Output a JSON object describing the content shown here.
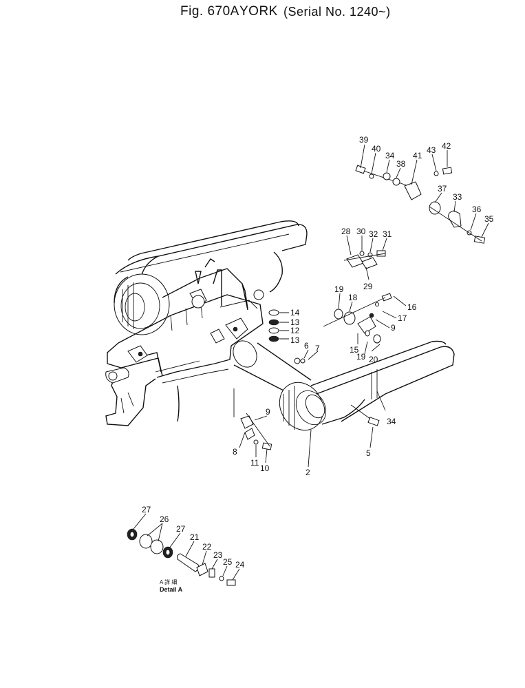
{
  "header": {
    "fig_label": "Fig. 670A",
    "title": "YORK",
    "serial": "(Serial No. 1240~)"
  },
  "detail": {
    "label_jp": "A 詳 細",
    "label_en": "Detail A"
  },
  "callouts": {
    "c39": "39",
    "c40": "40",
    "c34a": "34",
    "c38": "38",
    "c41": "41",
    "c43": "43",
    "c42": "42",
    "c37": "37",
    "c33": "33",
    "c36": "36",
    "c35": "35",
    "c28": "28",
    "c30": "30",
    "c32": "32",
    "c31": "31",
    "c29": "29",
    "c14": "14",
    "c13a": "13",
    "c12": "12",
    "c13b": "13",
    "c6": "6",
    "c7": "7",
    "c19a": "19",
    "c18": "18",
    "c16": "16",
    "c17": "17",
    "c9a": "9",
    "c15": "15",
    "c19b": "19",
    "c20": "20",
    "c34b": "34",
    "c5": "5",
    "c2": "2",
    "c9b": "9",
    "c8": "8",
    "c11": "11",
    "c10": "10",
    "c27a": "27",
    "c26": "26",
    "c27b": "27",
    "c21": "21",
    "c22": "22",
    "c23": "23",
    "c25": "25",
    "c24": "24"
  }
}
